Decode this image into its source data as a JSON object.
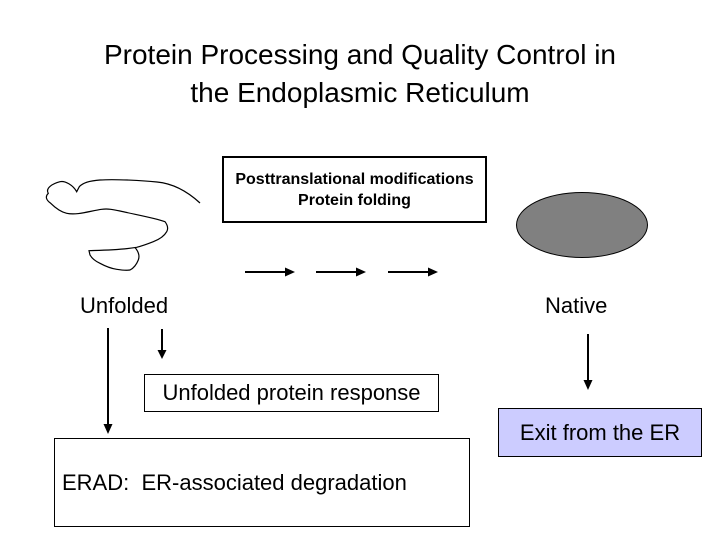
{
  "slide": {
    "title": "Protein Processing and Quality Control in\nthe Endoplasmic Reticulum",
    "process_box_label": "Posttranslational modifications\nProtein folding",
    "unfolded_label": "Unfolded",
    "native_label": "Native",
    "upr_box_label": "Unfolded protein response",
    "exit_box_label": "Exit from the ER",
    "erad_box_label": "ERAD:  ER-associated degradation",
    "shapes": {
      "unfolded_protein": "freeform-squiggle-line-drawing",
      "native_protein": "filled-gray-ellipse",
      "horizontal_arrows_count": 3,
      "down_arrows_count": 3
    },
    "colors": {
      "background": "#ffffff",
      "text": "#000000",
      "line": "#000000",
      "ellipse_fill": "#808080",
      "exit_box_fill": "#ccccff",
      "box_border": "#000000"
    }
  }
}
